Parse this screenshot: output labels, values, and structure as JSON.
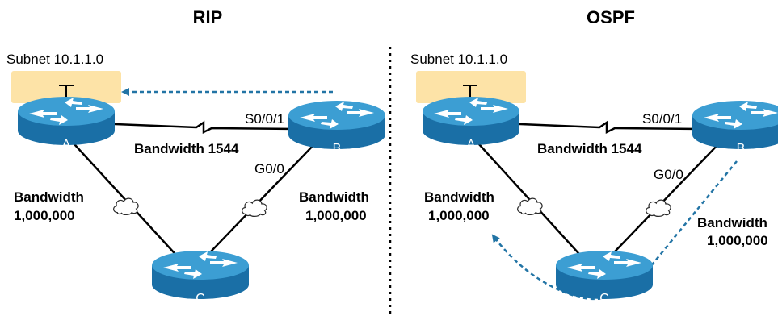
{
  "panels": {
    "left": {
      "title": "RIP",
      "subnet_label": "Subnet 10.1.1.0",
      "serial_interface": "S0/0/1",
      "serial_bandwidth": "Bandwidth 1544",
      "g_interface": "G0/0",
      "bw_left_line1": "Bandwidth",
      "bw_left_line2": "1,000,000",
      "bw_right_line1": "Bandwidth",
      "bw_right_line2": "1,000,000",
      "routers": {
        "a": "A",
        "b": "B",
        "c": "C"
      }
    },
    "right": {
      "title": "OSPF",
      "subnet_label": "Subnet 10.1.1.0",
      "serial_interface": "S0/0/1",
      "serial_bandwidth": "Bandwidth 1544",
      "g_interface": "G0/0",
      "bw_left_line1": "Bandwidth",
      "bw_left_line2": "1,000,000",
      "bw_right_line1": "Bandwidth",
      "bw_right_line2": "1,000,000",
      "routers": {
        "a": "A",
        "b": "B",
        "c": "C"
      }
    }
  },
  "colors": {
    "router_body": "#1a6fa6",
    "router_top": "#3c9ed3",
    "subnet_fill": "#fde3a7",
    "route_arrow": "#2274a5",
    "divider": "#000000"
  },
  "icons": {
    "router": "router-icon",
    "cloud": "cloud-icon",
    "lan": "lan-icon"
  }
}
